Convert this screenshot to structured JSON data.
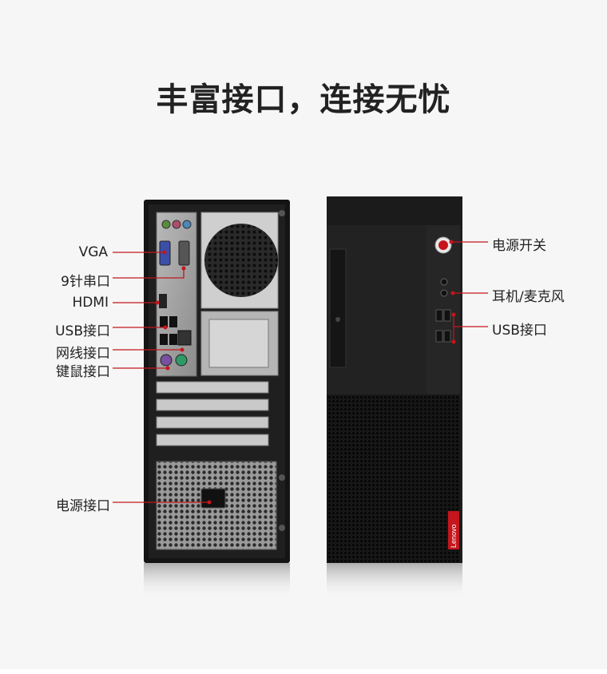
{
  "headline": "丰富接口，连接无忧",
  "colors": {
    "accent": "#c4161c",
    "background": "#f6f6f6",
    "case": "#1a1a1a"
  },
  "rear_panel": {
    "labels": [
      "VGA",
      "9针串口",
      "HDMI",
      "USB接口",
      "网线接口",
      "键鼠接口",
      "电源接口"
    ]
  },
  "front_panel": {
    "labels": [
      "电源开关",
      "耳机/麦克风",
      "USB接口"
    ],
    "brand_badge": "Lenovo"
  }
}
